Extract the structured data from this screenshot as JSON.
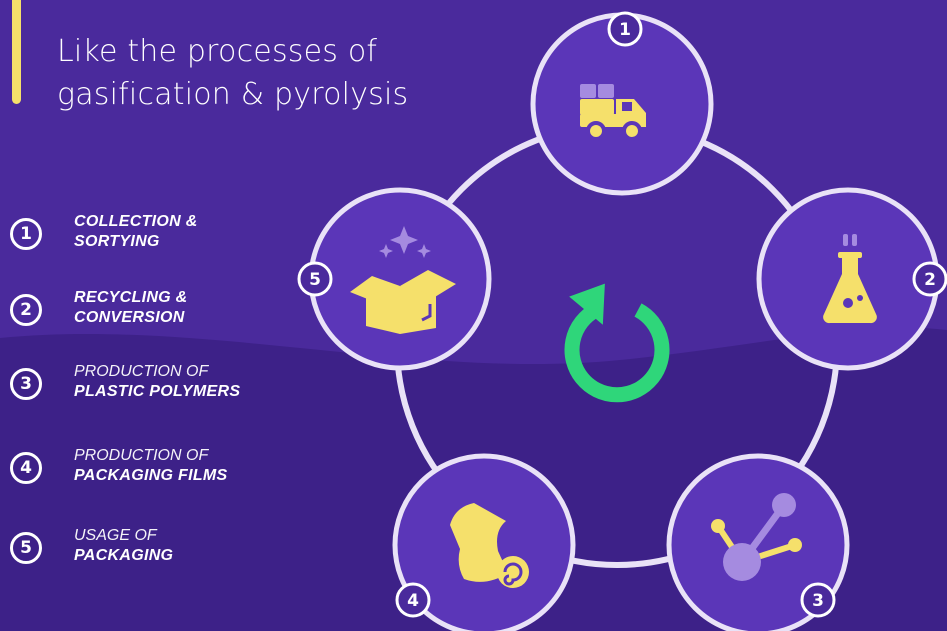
{
  "headline": {
    "line1": "Like the processes of",
    "line2": "gasification & pyrolysis"
  },
  "steps": [
    {
      "number": "1",
      "line1": "COLLECTION &",
      "line2": "SORTYING"
    },
    {
      "number": "2",
      "line1": "RECYCLING &",
      "line2": "CONVERSION"
    },
    {
      "number": "3",
      "line1": "PRODUCTION OF",
      "line2": "PLASTIC POLYMERS"
    },
    {
      "number": "4",
      "line1": "PRODUCTION OF",
      "line2": "PACKAGING FILMS"
    },
    {
      "number": "5",
      "line1": "USAGE OF",
      "line2": "PACKAGING"
    }
  ],
  "cycle": {
    "center_icon": "cycle-arrow-icon",
    "nodes": [
      {
        "number": "1",
        "icon": "delivery-truck-icon"
      },
      {
        "number": "2",
        "icon": "flask-icon"
      },
      {
        "number": "3",
        "icon": "molecule-icon"
      },
      {
        "number": "4",
        "icon": "film-roll-icon"
      },
      {
        "number": "5",
        "icon": "open-box-icon"
      }
    ]
  },
  "colors": {
    "background": "#4a2a9c",
    "node_fill": "#5b36b8",
    "accent_yellow": "#f5e06b",
    "accent_green": "#2fd67a",
    "light_purple": "#a58be0"
  }
}
